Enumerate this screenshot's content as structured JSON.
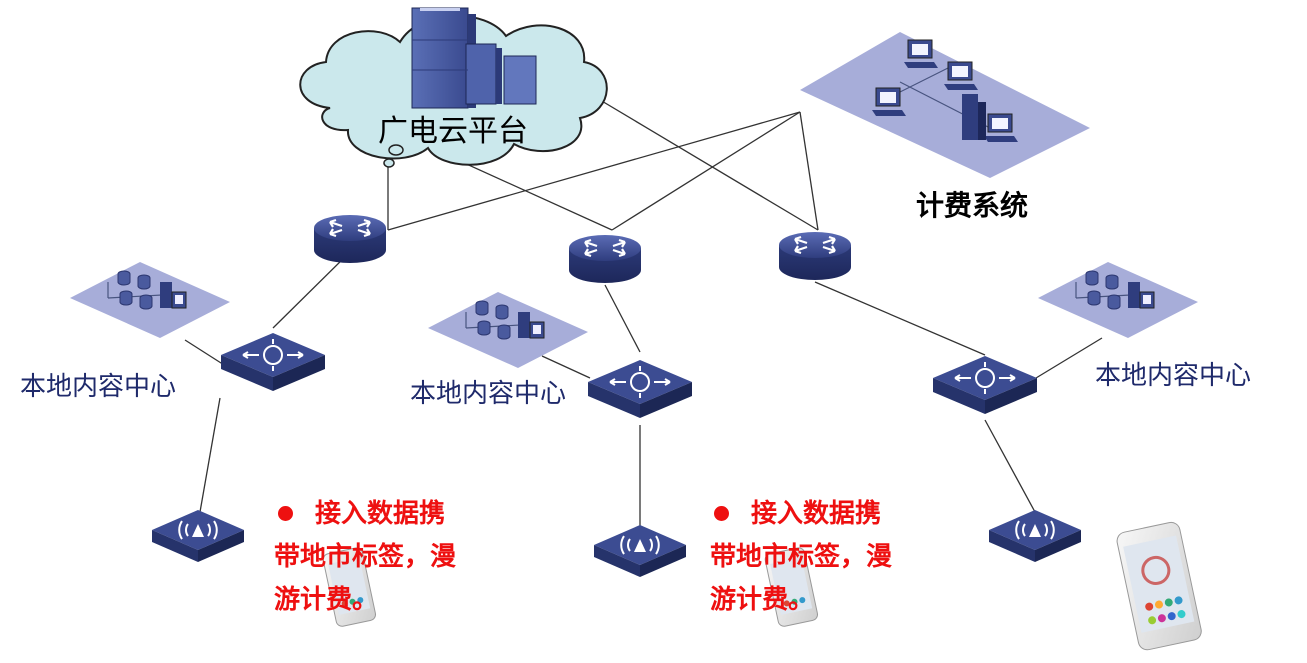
{
  "diagram": {
    "cloud_label": "广电云平台",
    "billing_label": "计费系统",
    "content_centers": [
      "本地内容中心",
      "本地内容中心",
      "本地内容中心"
    ],
    "notes": [
      {
        "lines": [
          "接入数据携",
          "带地市标签，漫",
          "游计费。"
        ]
      },
      {
        "lines": [
          "接入数据携",
          "带地市标签，漫",
          "游计费。"
        ]
      }
    ]
  },
  "colors": {
    "device_blue": "#3a4a8f",
    "panel_lavender": "#a7add9",
    "cloud_fill": "#cbe8ec",
    "note_red": "#ee1010",
    "label_navy": "#1f2a6b"
  },
  "icons": [
    "server-rack-icon",
    "router-icon",
    "switch-icon",
    "wireless-ap-icon",
    "smartphone-icon",
    "computer-icon",
    "database-icon"
  ]
}
